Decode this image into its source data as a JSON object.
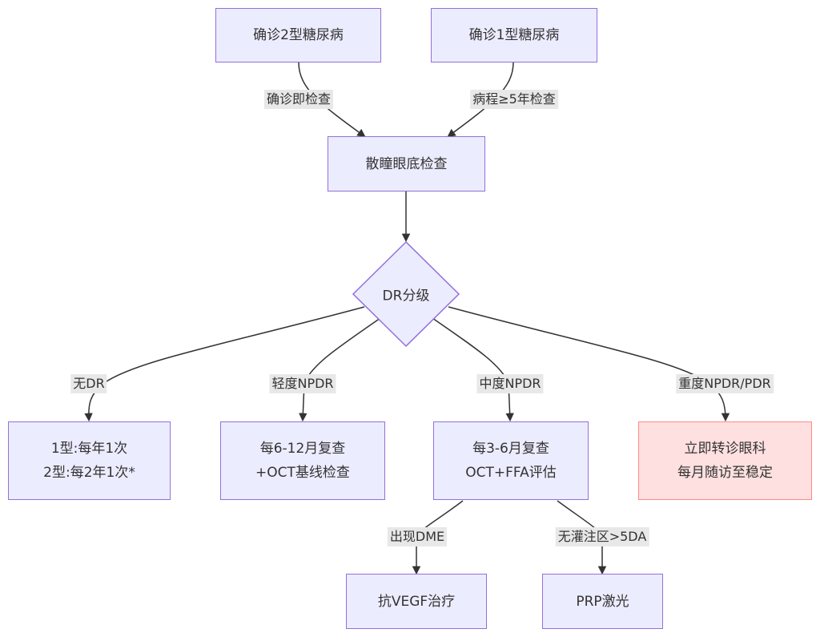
{
  "nodes": {
    "t2": "确诊2型糖尿病",
    "t1": "确诊1型糖尿病",
    "exam": "散瞳眼底检查",
    "grade": "DR分级",
    "none": [
      "1型:每年1次",
      "2型:每2年1次*"
    ],
    "mild": [
      "每6-12月复查",
      "+OCT基线检查"
    ],
    "moderate": [
      "每3-6月复查",
      "OCT+FFA评估"
    ],
    "severe": [
      "立即转诊眼科",
      "每月随访至稳定"
    ],
    "vegf": "抗VEGF治疗",
    "prp": "PRP激光"
  },
  "edges": {
    "t2_exam": "确诊即检查",
    "t1_exam": "病程≥5年检查",
    "none": "无DR",
    "mild": "轻度NPDR",
    "moderate": "中度NPDR",
    "severe": "重度NPDR/PDR",
    "dme": "出现DME",
    "nonperf": "无灌注区>5DA"
  },
  "colors": {
    "node_fill": "#ececff",
    "node_border": "#9370db",
    "severe_fill": "#ffe0e0",
    "severe_border": "#ff8a8a",
    "edge": "#333333",
    "label_bg": "#e8e8e8"
  }
}
